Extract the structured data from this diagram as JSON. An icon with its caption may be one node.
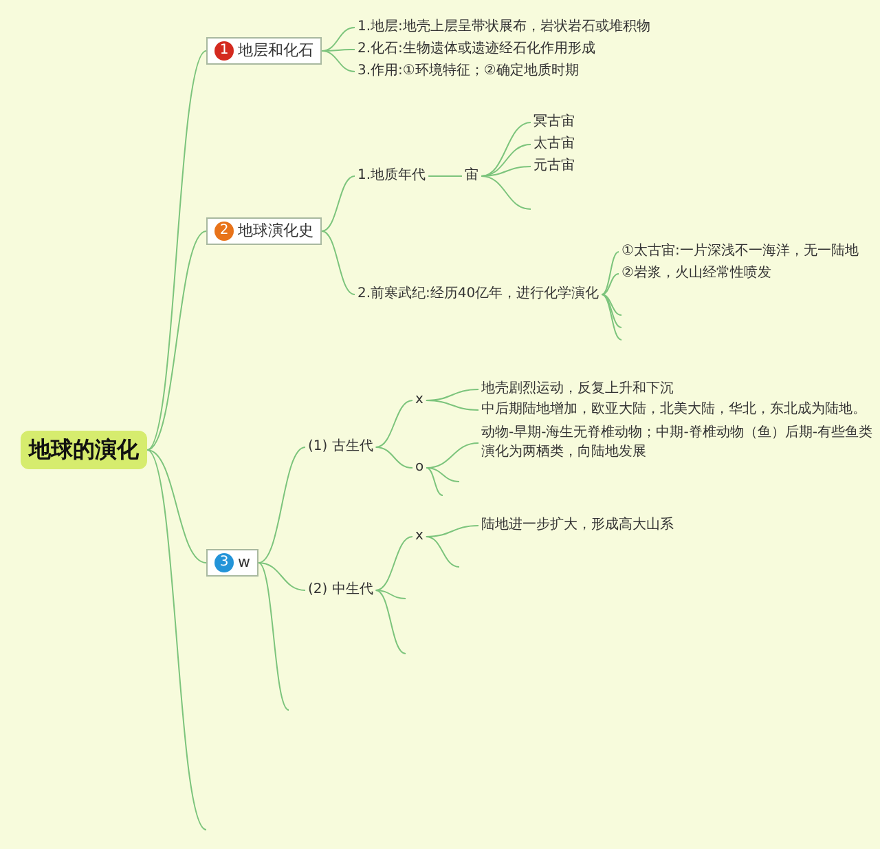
{
  "diagram": {
    "nodes": [
      {
        "text": [
          "地球的演化"
        ]
      },
      {
        "text": [
          "1",
          "地层和化石"
        ]
      },
      {
        "text": [
          "1.地层:地壳上层呈带状展布，岩状岩石或堆积物"
        ]
      },
      {
        "text": [
          "2.化石:生物遗体或遗迹经石化作用形成"
        ]
      },
      {
        "text": [
          "3.作用:①环境特征；②确定地质时期"
        ]
      },
      {
        "text": [
          "2",
          "地球演化史"
        ]
      },
      {
        "text": [
          "1.地质年代"
        ]
      },
      {
        "text": [
          "宙"
        ]
      },
      {
        "text": [
          "冥古宙"
        ]
      },
      {
        "text": [
          "太古宙"
        ]
      },
      {
        "text": [
          "元古宙"
        ]
      },
      {
        "text": [
          "2.前寒武纪:经历40亿年，进行化学演化"
        ]
      },
      {
        "text": [
          "①太古宙:一片深浅不一海洋，无一陆地"
        ]
      },
      {
        "text": [
          "②岩浆，火山经常性喷发"
        ]
      },
      {
        "text": [
          "3",
          "w"
        ]
      },
      {
        "text": [
          "(1) 古生代"
        ]
      },
      {
        "text": [
          "x"
        ]
      },
      {
        "text": [
          "地壳剧烈运动，反复上升和下沉"
        ]
      },
      {
        "text": [
          "中后期陆地增加，欧亚大陆，北美大陆，华北，东北成为陆地。"
        ]
      },
      {
        "text": [
          "o"
        ]
      },
      {
        "text": [
          "动物-早期-海生无脊椎动物；中期-脊椎动物（鱼）后期-有些鱼类演化为两栖类，向陆地发展"
        ]
      },
      {
        "text": [
          "(2) 中生代"
        ]
      },
      {
        "text": [
          "x"
        ]
      },
      {
        "text": [
          "陆地进一步扩大，形成高大山系"
        ]
      }
    ],
    "edges": [
      {
        "from": 0,
        "to": 1,
        "arrow": "none"
      },
      {
        "from": 0,
        "to": 5,
        "arrow": "none"
      },
      {
        "from": 0,
        "to": 14,
        "arrow": "none"
      },
      {
        "from": 0,
        "to": null,
        "arrow": "none"
      },
      {
        "from": 1,
        "to": 2,
        "arrow": "none"
      },
      {
        "from": 1,
        "to": 3,
        "arrow": "none"
      },
      {
        "from": 1,
        "to": 4,
        "arrow": "none"
      },
      {
        "from": 5,
        "to": 6,
        "arrow": "none"
      },
      {
        "from": 5,
        "to": 11,
        "arrow": "none"
      },
      {
        "from": 6,
        "to": 7,
        "arrow": "none"
      },
      {
        "from": 7,
        "to": 8,
        "arrow": "none"
      },
      {
        "from": 7,
        "to": 9,
        "arrow": "none"
      },
      {
        "from": 7,
        "to": 10,
        "arrow": "none"
      },
      {
        "from": 7,
        "to": null,
        "arrow": "none"
      },
      {
        "from": 11,
        "to": 12,
        "arrow": "none"
      },
      {
        "from": 11,
        "to": 13,
        "arrow": "none"
      },
      {
        "from": 11,
        "to": null,
        "arrow": "none"
      },
      {
        "from": 11,
        "to": null,
        "arrow": "none"
      },
      {
        "from": 11,
        "to": null,
        "arrow": "none"
      },
      {
        "from": 14,
        "to": 15,
        "arrow": "none"
      },
      {
        "from": 14,
        "to": 21,
        "arrow": "none"
      },
      {
        "from": 14,
        "to": null,
        "arrow": "none"
      },
      {
        "from": 15,
        "to": 16,
        "arrow": "none"
      },
      {
        "from": 15,
        "to": 19,
        "arrow": "none"
      },
      {
        "from": 16,
        "to": 17,
        "arrow": "none"
      },
      {
        "from": 16,
        "to": 18,
        "arrow": "none"
      },
      {
        "from": 19,
        "to": 20,
        "arrow": "none"
      },
      {
        "from": 19,
        "to": null,
        "arrow": "none"
      },
      {
        "from": 19,
        "to": null,
        "arrow": "none"
      },
      {
        "from": 21,
        "to": 22,
        "arrow": "none"
      },
      {
        "from": 21,
        "to": null,
        "arrow": "none"
      },
      {
        "from": 21,
        "to": null,
        "arrow": "none"
      },
      {
        "from": 22,
        "to": 23,
        "arrow": "none"
      },
      {
        "from": 22,
        "to": null,
        "arrow": "none"
      }
    ]
  }
}
